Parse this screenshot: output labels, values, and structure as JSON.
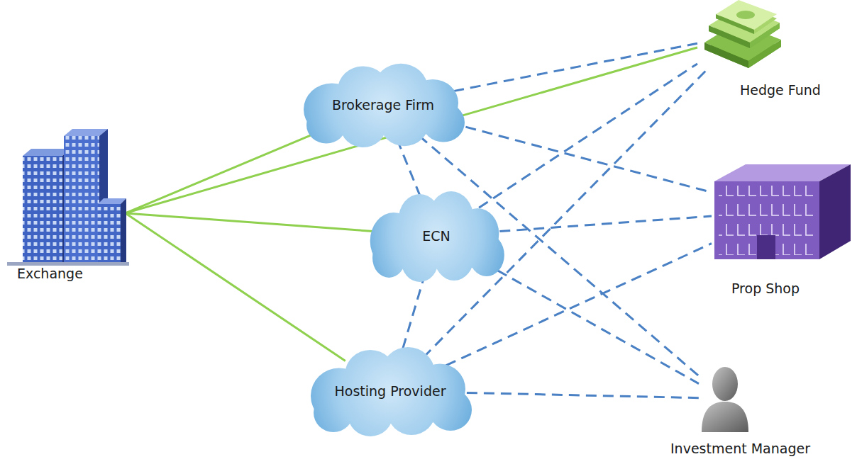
{
  "diagram": {
    "nodes": [
      {
        "text": [
          "Exchange"
        ]
      },
      {
        "text": [
          "Brokerage Firm"
        ]
      },
      {
        "text": [
          "ECN"
        ]
      },
      {
        "text": [
          "Hosting Provider"
        ]
      },
      {
        "text": [
          "Hedge Fund"
        ]
      },
      {
        "text": [
          "Prop Shop"
        ]
      },
      {
        "text": [
          "Investment Manager"
        ]
      }
    ],
    "edges": [
      {
        "from": 0,
        "to": 1,
        "arrow": "none"
      },
      {
        "from": 0,
        "to": 4,
        "arrow": "none"
      },
      {
        "from": 0,
        "to": 2,
        "arrow": "none"
      },
      {
        "from": 0,
        "to": 3,
        "arrow": "none"
      },
      {
        "from": 1,
        "to": 4,
        "arrow": "none"
      },
      {
        "from": 1,
        "to": 5,
        "arrow": "none"
      },
      {
        "from": 1,
        "to": 6,
        "arrow": "none"
      },
      {
        "from": 1,
        "to": 2,
        "arrow": "none"
      },
      {
        "from": 2,
        "to": 3,
        "arrow": "none"
      },
      {
        "from": 2,
        "to": 4,
        "arrow": "none"
      },
      {
        "from": 2,
        "to": 5,
        "arrow": "none"
      },
      {
        "from": 2,
        "to": 6,
        "arrow": "none"
      },
      {
        "from": 3,
        "to": 4,
        "arrow": "none"
      },
      {
        "from": 3,
        "to": 5,
        "arrow": "none"
      },
      {
        "from": 3,
        "to": 6,
        "arrow": "none"
      }
    ]
  }
}
